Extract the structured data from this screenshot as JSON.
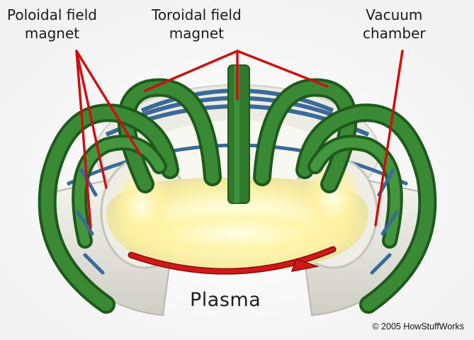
{
  "labels": {
    "poloidal_line1": "Poloidal field",
    "poloidal_line2": "magnet",
    "toroidal_line1": "Toroidal field",
    "toroidal_line2": "magnet",
    "vacuum_line1": "Vacuum",
    "vacuum_line2": "chamber",
    "plasma": "Plasma"
  },
  "copyright": "© 2005 HowStuffWorks",
  "colors": {
    "magnet_green": "#2f7a2b",
    "magnet_dark": "#1e5a1c",
    "ring_blue": "#3a6a98",
    "chamber": "#e6e6de",
    "plasma_glow": "#fff7b0",
    "leader_red": "#cc1111",
    "arrow_red": "#d01818"
  }
}
